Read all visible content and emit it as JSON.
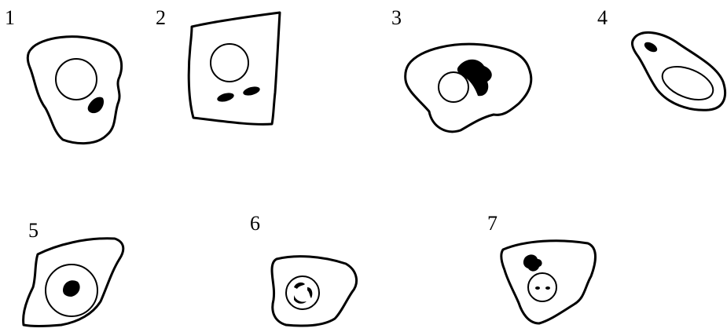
{
  "figure": {
    "cells": [
      {
        "label": "1"
      },
      {
        "label": "2"
      },
      {
        "label": "3"
      },
      {
        "label": "4"
      },
      {
        "label": "5"
      },
      {
        "label": "6"
      },
      {
        "label": "7"
      }
    ]
  }
}
